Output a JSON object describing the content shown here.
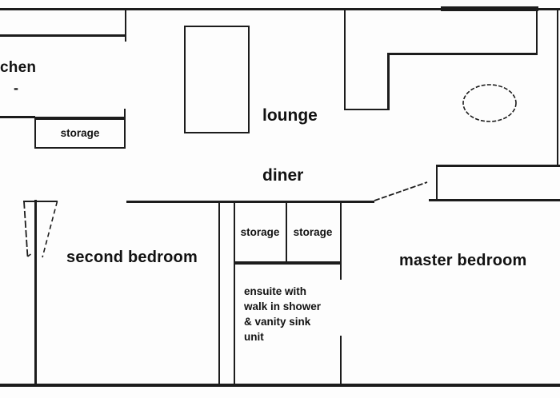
{
  "plan_title": "apartment-floor-plan",
  "colors": {
    "line": "#1c1c1c",
    "background": "#fdfdfd",
    "text": "#121212"
  },
  "labels": {
    "kitchen_partial": "chen",
    "kitchen_dash": "-",
    "kitchen_storage": "storage",
    "lounge_line1": "lounge",
    "lounge_line2": "diner",
    "second_bedroom": "second bedroom",
    "master_bedroom": "master bedroom",
    "storage_left": "storage",
    "storage_right": "storage",
    "ensuite_lines": [
      "ensuite with",
      "walk in shower",
      "& vanity sink",
      "unit"
    ]
  }
}
